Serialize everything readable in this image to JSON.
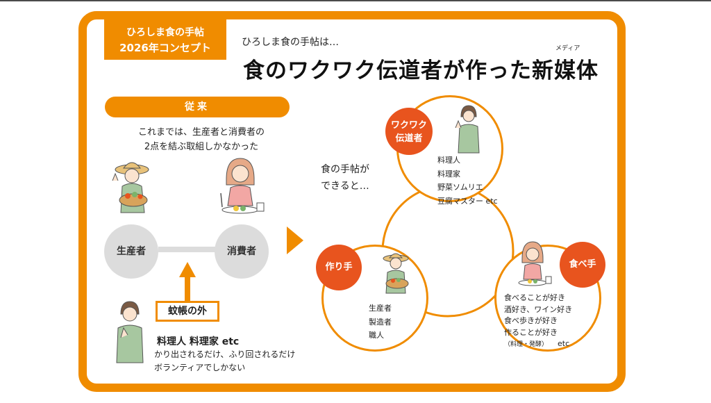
{
  "badge": {
    "line1": "ひろしま食の手帖",
    "line2": "2026年コンセプト"
  },
  "header": {
    "intro": "ひろしま食の手帖は…",
    "title": "食のワクワク伝道者が作った新媒体",
    "ruby": "メディア"
  },
  "conventional": {
    "label": "従来",
    "desc_line1": "これまでは、生産者と消費者の",
    "desc_line2": "2点を結ぶ取組しかなかった",
    "producer": "生産者",
    "consumer": "消費者",
    "outside_label": "蚊帳の外",
    "outside_who": "料理人  料理家  etc",
    "outside_desc_line1": "かり出されるだけ、ふり回されるだけ",
    "outside_desc_line2": "ボランティアでしかない"
  },
  "transition": {
    "line1": "食の手帖が",
    "line2": "できると…"
  },
  "circles": {
    "evangelists": {
      "tag_line1": "ワクワク",
      "tag_line2": "伝道者",
      "items": [
        "料理人",
        "料理家",
        "野菜ソムリエ",
        "豆腐マスター etc"
      ]
    },
    "makers": {
      "tag": "作り手",
      "items": [
        "生産者",
        "製造者",
        "職人"
      ]
    },
    "eaters": {
      "tag": "食べ手",
      "items": [
        "食べることが好き",
        "酒好き、ワイン好き",
        "食べ歩きが好き",
        "作ることが好き"
      ],
      "note": "（料理・発酵）",
      "etc": "etc"
    }
  },
  "colors": {
    "orange": "#f08c00",
    "red_orange": "#e8541e",
    "gray": "#dcdcdc"
  }
}
